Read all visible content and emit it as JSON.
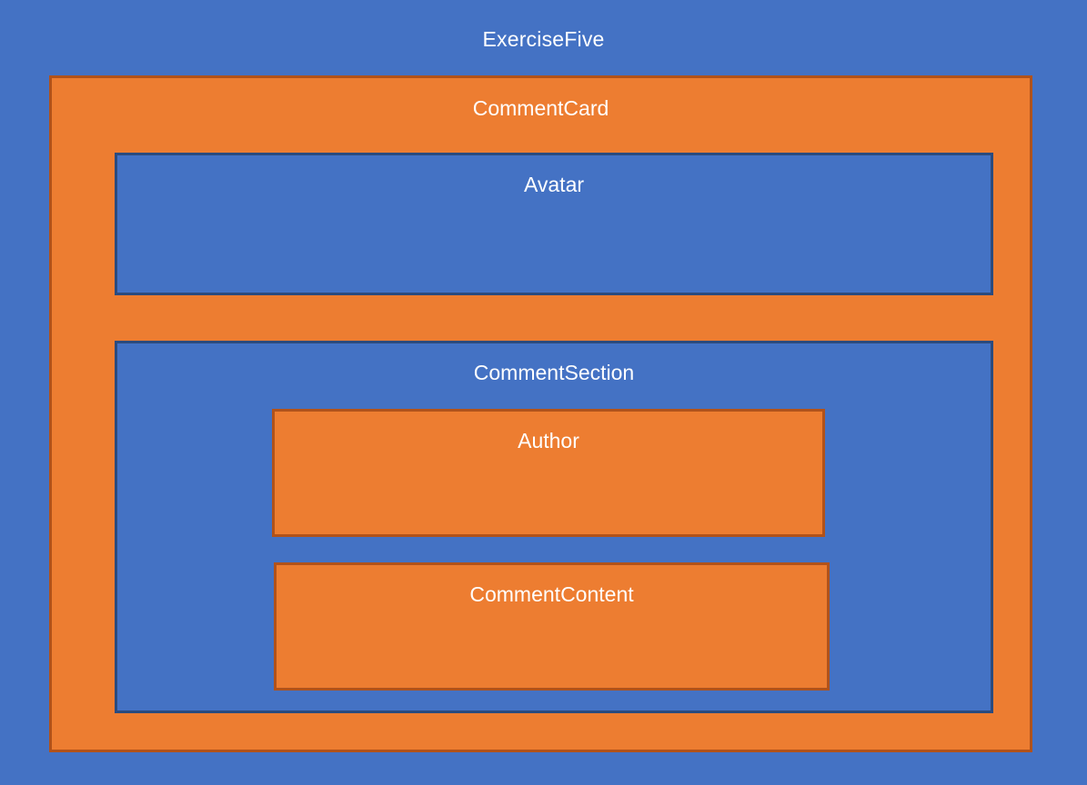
{
  "diagram": {
    "root": {
      "label": "ExerciseFive",
      "background_color": "#4472c4"
    },
    "nodes": {
      "comment_card": {
        "label": "CommentCard",
        "fill": "#ed7d31",
        "stroke": "#b1521a"
      },
      "avatar": {
        "label": "Avatar",
        "fill": "#4472c4",
        "stroke": "#2b4b7e"
      },
      "comment_section": {
        "label": "CommentSection",
        "fill": "#4472c4",
        "stroke": "#2b4b7e"
      },
      "author": {
        "label": "Author",
        "fill": "#ed7d31",
        "stroke": "#b1521a"
      },
      "comment_content": {
        "label": "CommentContent",
        "fill": "#ed7d31",
        "stroke": "#b1521a"
      }
    }
  }
}
